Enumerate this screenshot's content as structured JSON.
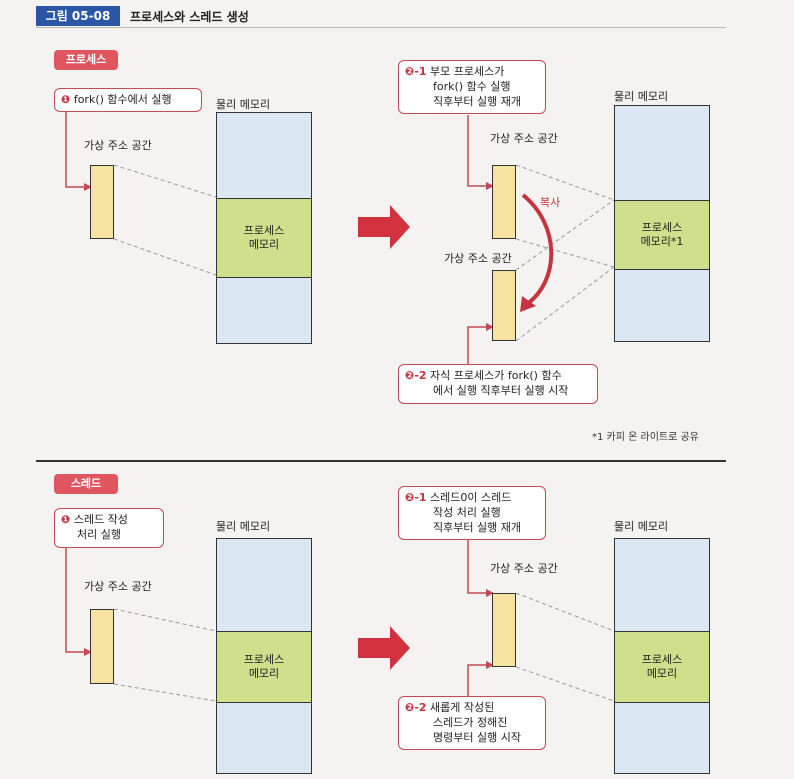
{
  "figure": {
    "label": "그림 05-08",
    "title": "프로세스와 스레드 생성"
  },
  "process_section": {
    "tag": "프로세스",
    "step1": {
      "num": "❶",
      "text": "fork() 함수에서 실행"
    },
    "left_mem_label": "물리 메모리",
    "left_vspace_label": "가상 주소 공간",
    "left_block_line1": "프로세스",
    "left_block_line2": "메모리",
    "step2_1": {
      "num": "❷-1",
      "line1": "부모 프로세스가",
      "line2": "fork() 함수 실행",
      "line3": "직후부터 실행 재개"
    },
    "right_vspace_parent_label": "가상 주소 공간",
    "copy_label": "복사",
    "right_vspace_child_label": "가상 주소 공간",
    "right_mem_label": "물리 메모리",
    "right_block_line1": "프로세스",
    "right_block_line2": "메모리*1",
    "step2_2": {
      "num": "❷-2",
      "line1": "자식 프로세스가 fork() 함수",
      "line2": "에서 실행 직후부터 실행 시작"
    },
    "footnote": "*1 카피 온 라이트로 공유"
  },
  "thread_section": {
    "tag": "스레드",
    "step1": {
      "num": "❶",
      "line1": "스레드 작성",
      "line2": "처리 실행"
    },
    "left_mem_label": "물리 메모리",
    "left_vspace_label": "가상 주소 공간",
    "left_block_line1": "프로세스",
    "left_block_line2": "메모리",
    "step2_1": {
      "num": "❷-1",
      "line1": "스레드0이 스레드",
      "line2": "작성 처리 실행",
      "line3": "직후부터 실행 재개"
    },
    "right_vspace_label": "가상 주소 공간",
    "right_mem_label": "물리 메모리",
    "right_block_line1": "프로세스",
    "right_block_line2": "메모리",
    "step2_2": {
      "num": "❷-2",
      "line1": "새롭게 작성된",
      "line2": "스레드가 정해진",
      "line3": "명령부터 실행 시작"
    }
  },
  "colors": {
    "figure_label": "#2a57a5",
    "tag": "#e05560",
    "arrow": "#d2323e",
    "virtual": "#f6e3a1",
    "process_mem": "#cfe08c",
    "mem": "#dbe8f3"
  }
}
